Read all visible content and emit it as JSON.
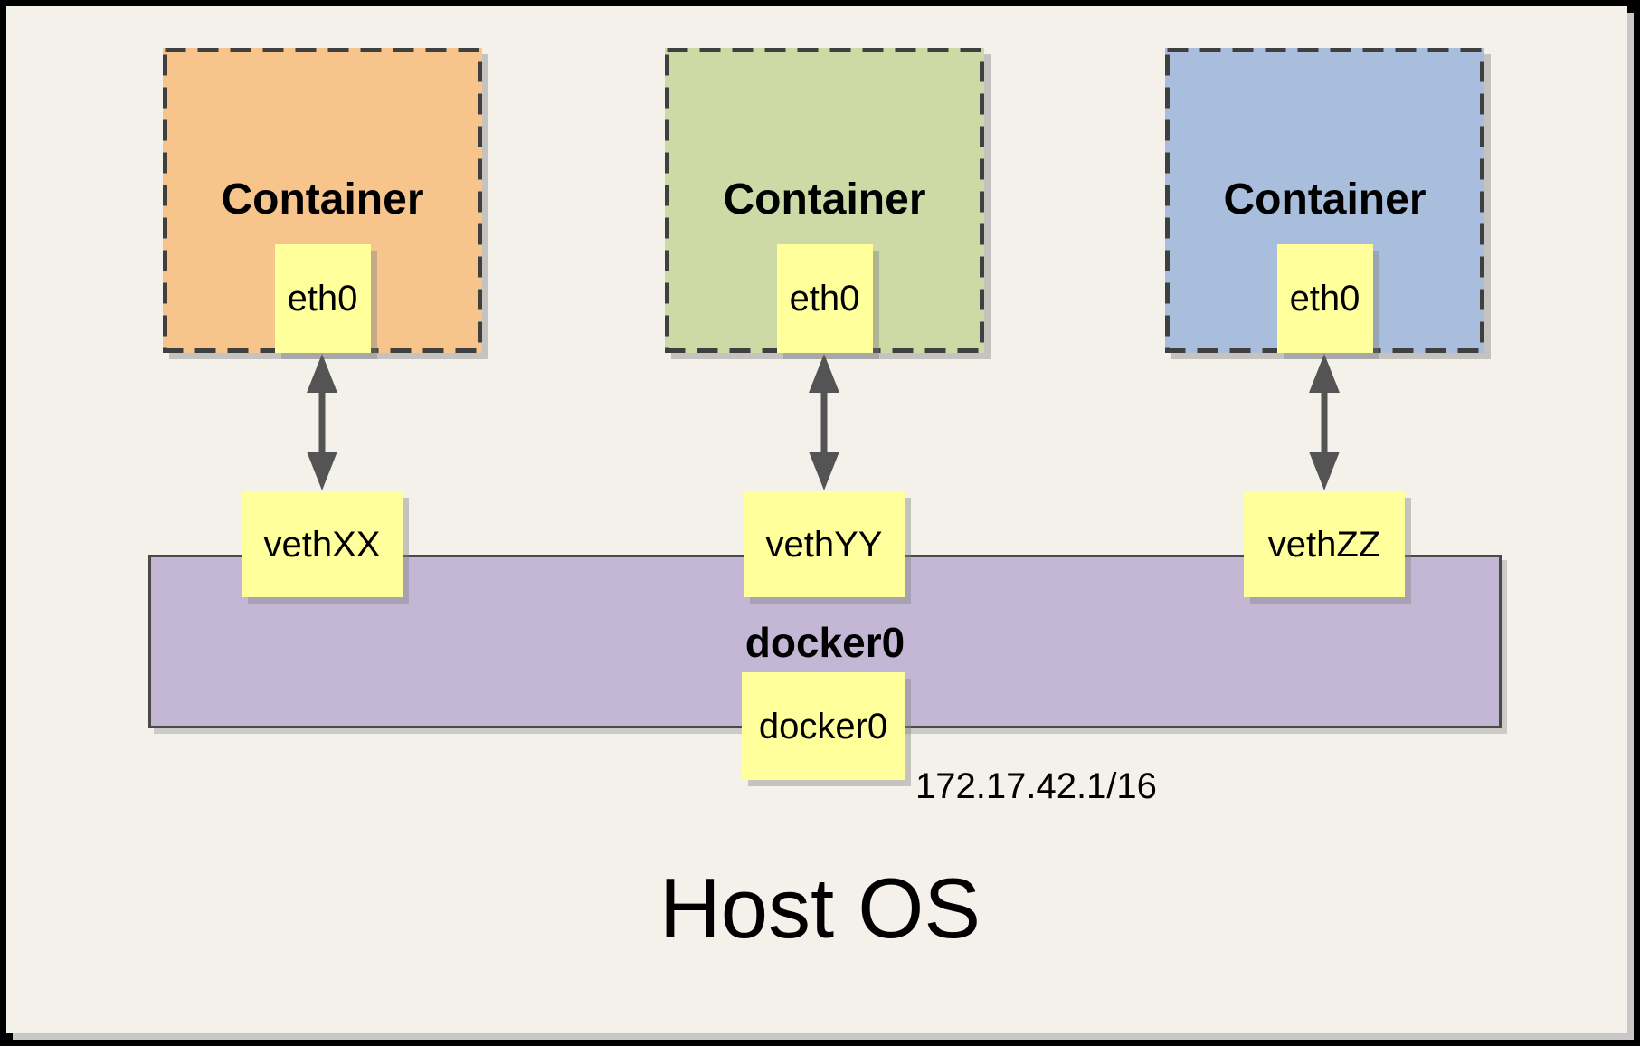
{
  "diagram": {
    "host": {
      "label": "Host OS"
    },
    "containers": [
      {
        "label": "Container",
        "interface": "eth0",
        "veth": "vethXX",
        "fill": "#F7C48C"
      },
      {
        "label": "Container",
        "interface": "eth0",
        "veth": "vethYY",
        "fill": "#CEDAA6"
      },
      {
        "label": "Container",
        "interface": "eth0",
        "veth": "vethZZ",
        "fill": "#A9BEDD"
      }
    ],
    "bridge": {
      "label": "docker0",
      "interface": "docker0",
      "ip": "172.17.42.1/16",
      "fill": "#C4B7D6"
    },
    "colors": {
      "sheet_background": "#F4F1EB",
      "interface_fill": "#FFFF9C",
      "arrow": "#545454",
      "dashed_border": "#3F3F3F",
      "bridge_border": "#4A4A4A",
      "frame": "#000000"
    }
  }
}
